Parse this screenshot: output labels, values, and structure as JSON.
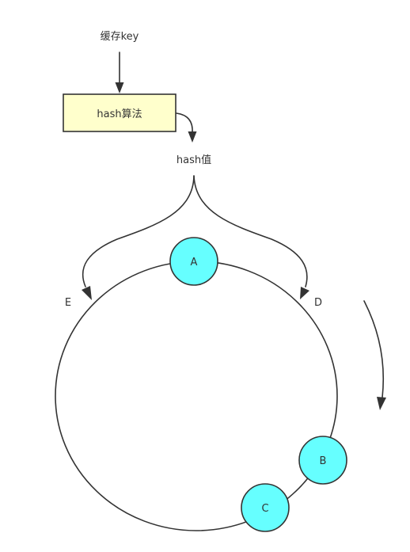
{
  "labels": {
    "cache_key": "缓存key",
    "hash_algorithm": "hash算法",
    "hash_value": "hash值",
    "point_e": "E",
    "point_d": "D"
  },
  "nodes": [
    {
      "id": "a",
      "label": "A"
    },
    {
      "id": "b",
      "label": "B"
    },
    {
      "id": "c",
      "label": "C"
    }
  ],
  "colors": {
    "node_fill": "#66ffff",
    "box_fill": "#ffffcc",
    "stroke": "#333333",
    "text": "#333333"
  }
}
